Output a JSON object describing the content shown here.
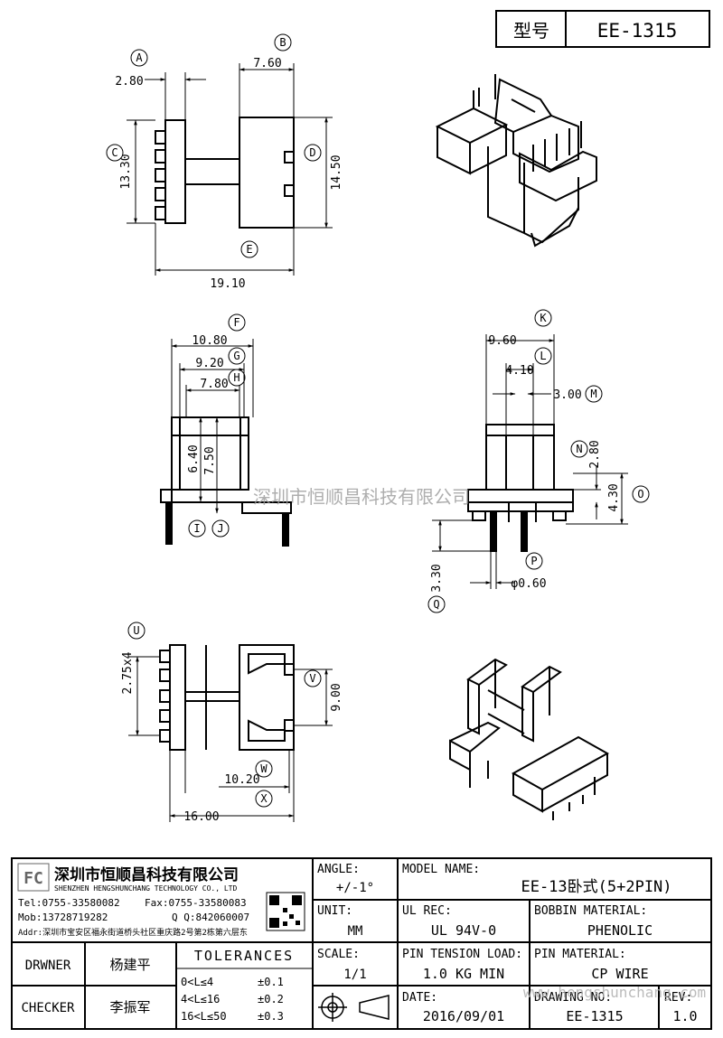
{
  "header": {
    "label": "型号",
    "value": "EE-1315"
  },
  "circle_labels": [
    "A",
    "B",
    "C",
    "D",
    "E",
    "F",
    "G",
    "H",
    "I",
    "J",
    "K",
    "L",
    "M",
    "N",
    "O",
    "P",
    "Q",
    "U",
    "V",
    "W",
    "X"
  ],
  "dims": {
    "a": "2.80",
    "b": "7.60",
    "c": "13.30",
    "d": "14.50",
    "e": "19.10",
    "f": "10.80",
    "g": "9.20",
    "h": "7.80",
    "i": "6.40",
    "j": "7.50",
    "k": "9.60",
    "l": "4.10",
    "m": "3.00",
    "n": "2.80",
    "o": "4.30",
    "p": "φ0.60",
    "q": "3.30",
    "u": "2.75x4",
    "v": "9.00",
    "w": "10.20",
    "x": "16.00"
  },
  "watermark": "深圳市恒顺昌科技有限公司",
  "watermark_url": "www.hengshunchang.com",
  "company": {
    "name_cn": "深圳市恒顺昌科技有限公司",
    "name_en": "SHENZHEN HENGSHUNCHANG TECHNOLOGY CO., LTD",
    "tel": "Tel:0755-33580082",
    "fax": "Fax:0755-33580083",
    "mob": "Mob:13728719282",
    "qq": "Q  Q:842060007",
    "addr": "Addr:深圳市宝安区福永街道桥头社区重庆路2号第2栋第六层东"
  },
  "title_block": {
    "angle_label": "ANGLE:",
    "angle_value": "+/-1°",
    "model_label": "MODEL NAME:",
    "model_value": "EE-13卧式(5+2PIN)",
    "unit_label": "UNIT:",
    "unit_value": "MM",
    "ulrec_label": "UL REC:",
    "ulrec_value": "UL 94V-0",
    "bobbin_label": "BOBBIN MATERIAL:",
    "bobbin_value": "PHENOLIC",
    "drawer_label": "DRWNER",
    "drawer_value": "杨建平",
    "tolerances_label": "TOLERANCES",
    "scale_label": "SCALE:",
    "scale_value": "1/1",
    "pin_tension_label": "PIN TENSION LOAD:",
    "pin_tension_value": "1.0 KG MIN",
    "pin_material_label": "PIN MATERIAL:",
    "pin_material_value": "CP WIRE",
    "checker_label": "CHECKER",
    "checker_value": "李振军",
    "tol1": "0<L≤4",
    "tol1v": "±0.1",
    "tol2": "4<L≤16",
    "tol2v": "±0.2",
    "tol3": "16<L≤50",
    "tol3v": "±0.3",
    "date_label": "DATE:",
    "date_value": "2016/09/01",
    "drawing_label": "DRAWING NO:",
    "drawing_value": "EE-1315",
    "rev_label": "REV:",
    "rev_value": "1.0"
  }
}
